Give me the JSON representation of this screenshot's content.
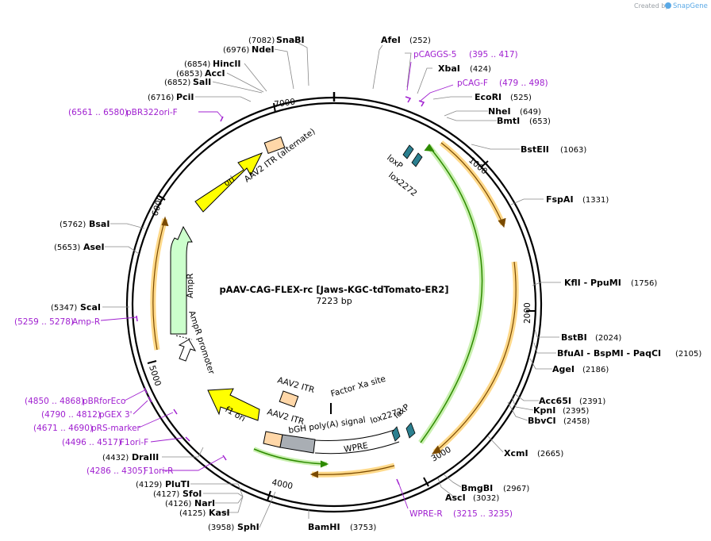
{
  "app": {
    "credit": "Created by",
    "brand": "SnapGene"
  },
  "map": {
    "name": "pAAV-CAG-FLEX-rc [Jaws-KGC-tdTomato-ER2]",
    "length_label": "7223 bp",
    "ticks": [
      "1000",
      "2000",
      "3000",
      "4000",
      "5000",
      "6000",
      "7000"
    ]
  },
  "enzymes": [
    {
      "name": "SnaBI",
      "pos": "(7082)"
    },
    {
      "name": "NdeI",
      "pos": "(6976)"
    },
    {
      "name": "HincII",
      "pos": "(6854)"
    },
    {
      "name": "AccI",
      "pos": "(6853)"
    },
    {
      "name": "SalI",
      "pos": "(6852)"
    },
    {
      "name": "PciI",
      "pos": "(6716)"
    },
    {
      "name": "AfeI",
      "pos": "(252)"
    },
    {
      "name": "XbaI",
      "pos": "(424)"
    },
    {
      "name": "EcoRI",
      "pos": "(525)"
    },
    {
      "name": "NheI",
      "pos": "(649)"
    },
    {
      "name": "BmtI",
      "pos": "(653)"
    },
    {
      "name": "BstEII",
      "pos": "(1063)"
    },
    {
      "name": "FspAI",
      "pos": "(1331)"
    },
    {
      "name": "KflI  - PpuMI",
      "pos": "(1756)"
    },
    {
      "name": "BstBI",
      "pos": "(2024)"
    },
    {
      "name": "BfuAI  - BspMI  - PaqCI",
      "pos": "(2105)"
    },
    {
      "name": "AgeI",
      "pos": "(2186)"
    },
    {
      "name": "Acc65I",
      "pos": "(2391)"
    },
    {
      "name": "KpnI",
      "pos": "(2395)"
    },
    {
      "name": "BbvCI",
      "pos": "(2458)"
    },
    {
      "name": "XcmI",
      "pos": "(2665)"
    },
    {
      "name": "BmgBI",
      "pos": "(2967)"
    },
    {
      "name": "AscI",
      "pos": "(3032)"
    },
    {
      "name": "BamHI",
      "pos": "(3753)"
    },
    {
      "name": "SphI",
      "pos": "(3958)"
    },
    {
      "name": "KasI",
      "pos": "(4125)"
    },
    {
      "name": "NarI",
      "pos": "(4126)"
    },
    {
      "name": "SfoI",
      "pos": "(4127)"
    },
    {
      "name": "PluTI",
      "pos": "(4129)"
    },
    {
      "name": "DraIII",
      "pos": "(4432)"
    },
    {
      "name": "ScaI",
      "pos": "(5347)"
    },
    {
      "name": "AseI",
      "pos": "(5653)"
    },
    {
      "name": "BsaI",
      "pos": "(5762)"
    }
  ],
  "primers": [
    {
      "name": "pCAGGS-5",
      "range": "(395 .. 417)"
    },
    {
      "name": "pCAG-F",
      "range": "(479 .. 498)"
    },
    {
      "name": "pBR322ori-F",
      "range": "(6561 .. 6580)"
    },
    {
      "name": "Amp-R",
      "range": "(5259 .. 5278)"
    },
    {
      "name": "pBRforEco",
      "range": "(4850 .. 4868)"
    },
    {
      "name": "pGEX 3'",
      "range": "(4790 .. 4812)"
    },
    {
      "name": "pRS-marker",
      "range": "(4671 .. 4690)"
    },
    {
      "name": "F1ori-F",
      "range": "(4496 .. 4517)"
    },
    {
      "name": "F1ori-R",
      "range": "(4286 .. 4305)"
    },
    {
      "name": "WPRE-R",
      "range": "(3215 .. 3235)"
    }
  ],
  "features": {
    "ori": "ori",
    "itr_alt": "AAV2 ITR (alternate)",
    "ampr": "AmpR",
    "ampr_promoter": "AmpR promoter",
    "f1ori": "f1 ori",
    "itr1": "AAV2 ITR",
    "itr2": "AAV2 ITR",
    "bgh": "bGH poly(A) signal",
    "wpre": "WPRE",
    "factor_xa": "Factor Xa site",
    "loxp_top": "loxP",
    "lox2272_top": "lox2272",
    "lox2272_bot": "lox2272",
    "loxp_bot": "loxP"
  },
  "colors": {
    "primer": "#a020d0",
    "ori": "#ffff00",
    "ampr": "#ccffcc",
    "itr": "#ffd7a8",
    "orf_fill": "#ffd98a",
    "orf_line": "#7a4a00",
    "green_line": "#2e8b00",
    "lox": "#2b7f8f",
    "bgh": "#a9aeb4"
  }
}
